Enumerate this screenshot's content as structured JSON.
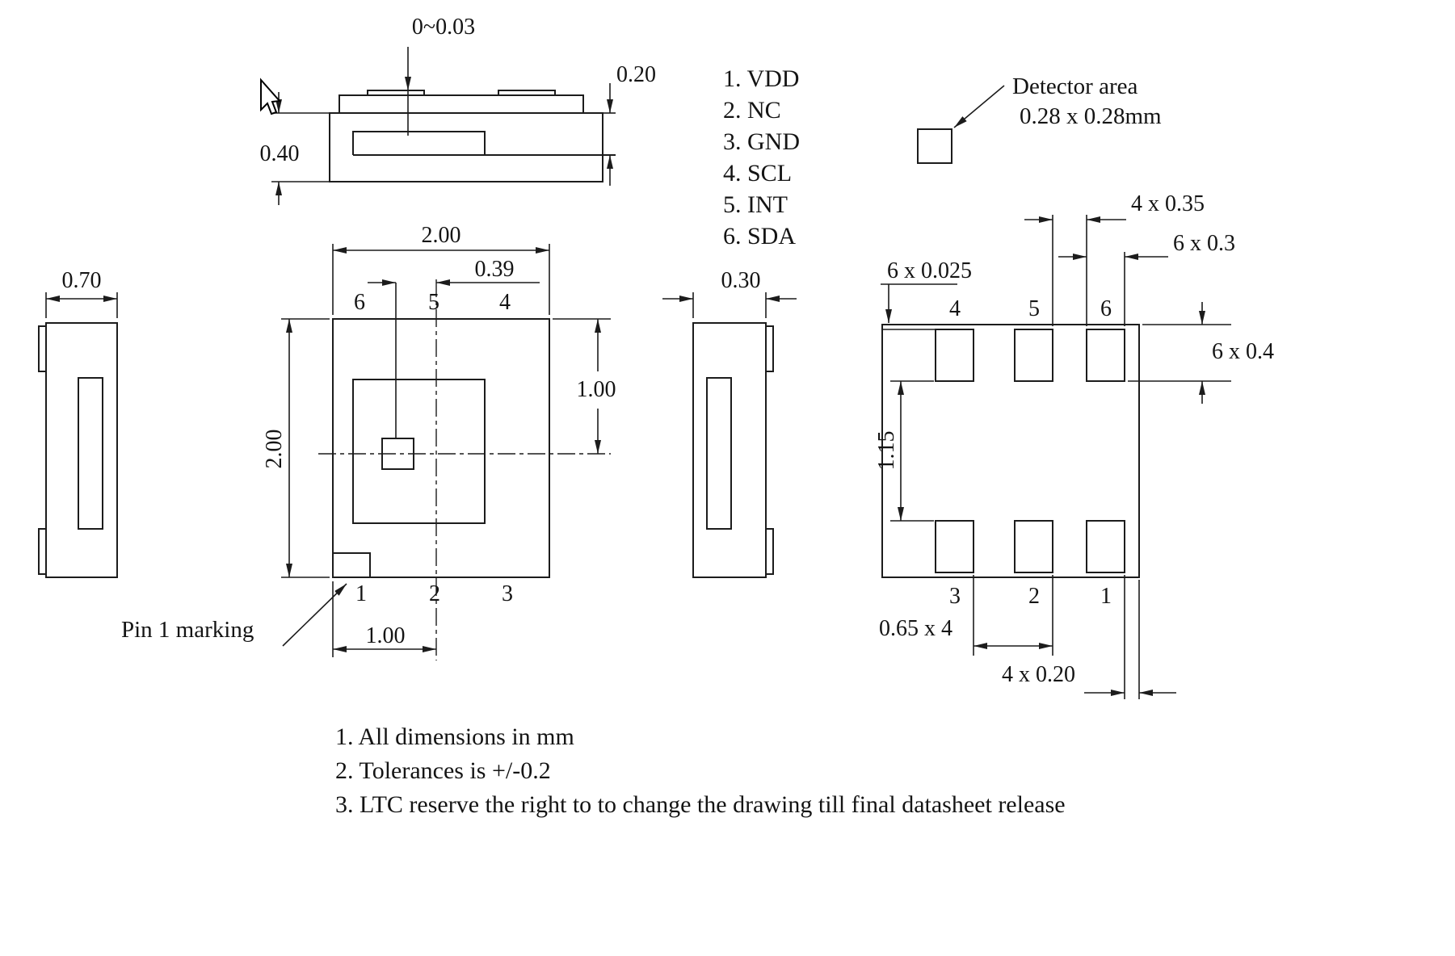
{
  "drawing": {
    "views": {
      "side_top": {
        "dims": {
          "recess": "0~0.03",
          "step": "0.20",
          "body": "0.40"
        }
      },
      "side_left": {
        "dims": {
          "width": "0.70"
        }
      },
      "top": {
        "dims": {
          "width": "2.00",
          "height": "2.00",
          "det_x": "0.39",
          "det_y": "1.00",
          "pin1_x": "1.00"
        },
        "pins_top": [
          "6",
          "5",
          "4"
        ],
        "pins_bottom": [
          "1",
          "2",
          "3"
        ],
        "pin1_label": "Pin 1 marking"
      },
      "side_right": {
        "dims": {
          "width": "0.30"
        }
      },
      "bottom": {
        "dims": {
          "pad_gap": "4 x 0.35",
          "pad_width": "6 x 0.3",
          "pad_inset": "6 x 0.025",
          "pad_height": "6 x 0.4",
          "inner_span": "1.15",
          "pitch": "0.65 x 4",
          "edge_gap": "4 x 0.20"
        },
        "pins_top": [
          "4",
          "5",
          "6"
        ],
        "pins_bottom": [
          "3",
          "2",
          "1"
        ]
      }
    },
    "pin_list": [
      "1. VDD",
      "2. NC",
      "3. GND",
      "4. SCL",
      "5. INT",
      "6. SDA"
    ],
    "detector": {
      "line1": "Detector area",
      "line2": "0.28 x 0.28mm"
    },
    "notes": [
      "1. All dimensions  in mm",
      "2. Tolerances is +/-0.2",
      "3. LTC reserve the right to to change the drawing till final datasheet release"
    ],
    "colors": {
      "line": "#1c1c1c",
      "text": "#141414",
      "background": "#ffffff"
    }
  }
}
